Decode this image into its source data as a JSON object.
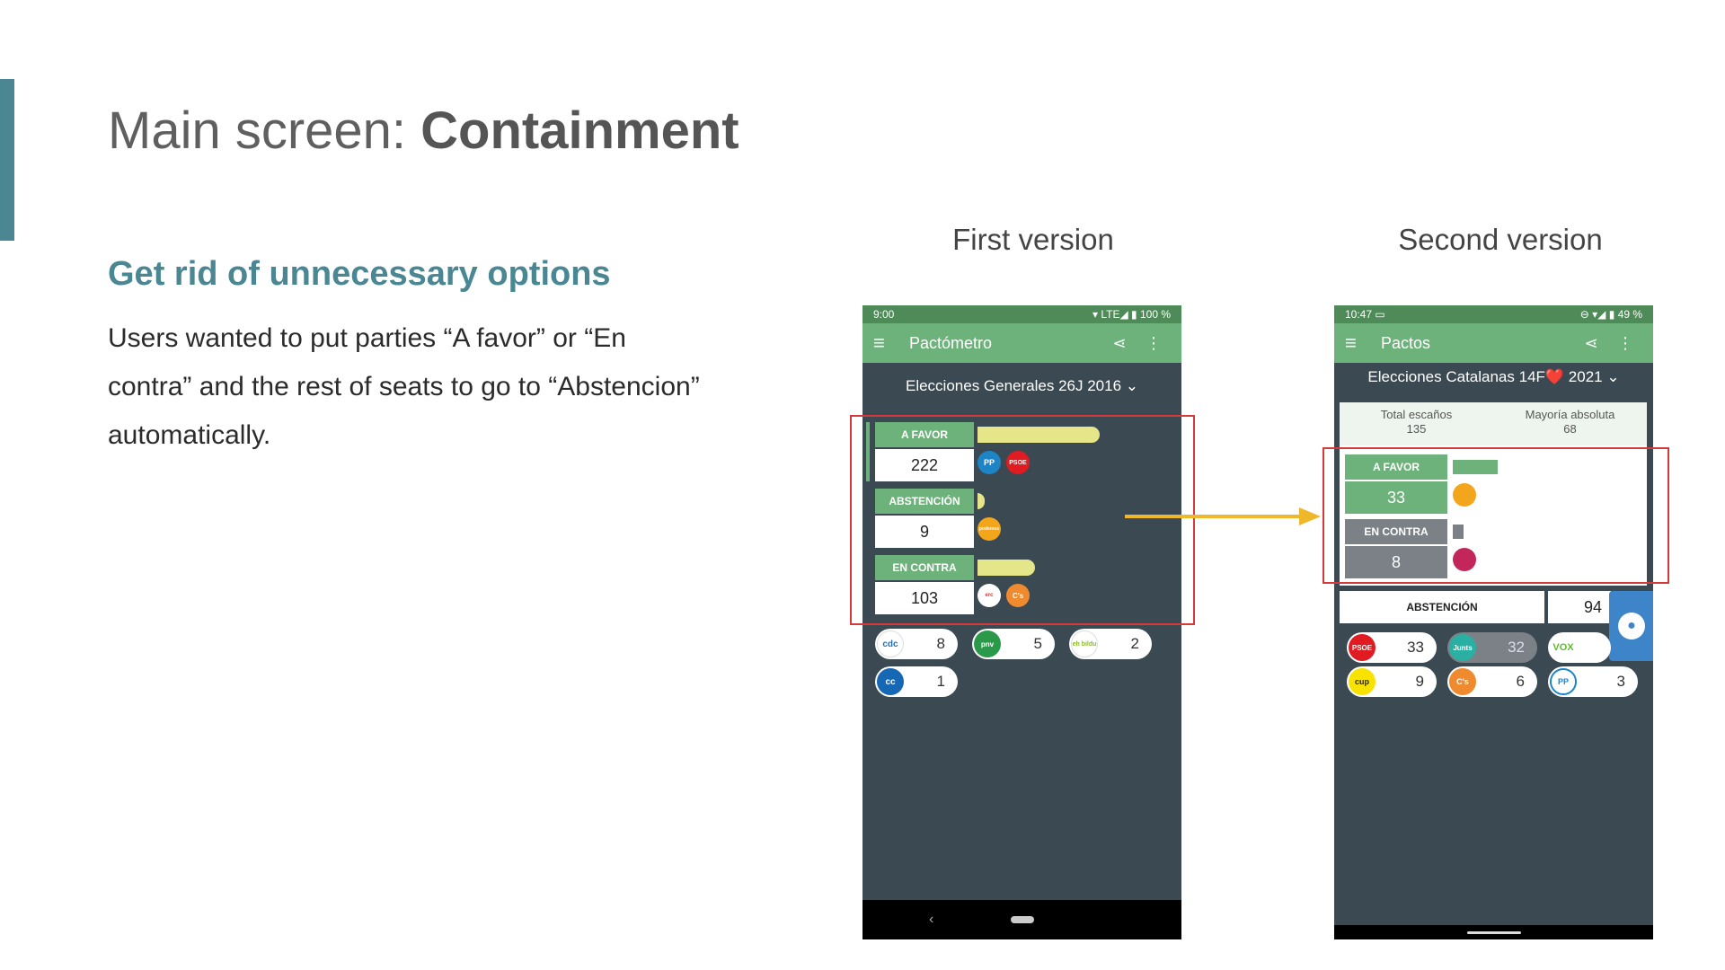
{
  "slide": {
    "title_light": "Main screen: ",
    "title_bold": "Containment",
    "subtitle": "Get rid of unnecessary options",
    "body": "Users wanted to put parties “A favor” or “En contra” and the rest of seats to go to “Abstencion” automatically.",
    "label_first": "First version",
    "label_second": "Second version"
  },
  "phone1": {
    "status_time": "9:00",
    "status_right": "▾ LTE◢ ▮ 100 %",
    "app_title": "Pactómetro",
    "election": "Elecciones Generales 26J 2016 ⌄",
    "favor_label": "A FAVOR",
    "favor_value": "222",
    "abst_label": "ABSTENCIÓN",
    "abst_value": "9",
    "contra_label": "EN CONTRA",
    "contra_value": "103",
    "chips": [
      {
        "logo": "cdc",
        "value": "8"
      },
      {
        "logo": "pnv",
        "value": "5"
      },
      {
        "logo": "eh bildu",
        "value": "2"
      },
      {
        "logo": "cc",
        "value": "1"
      }
    ],
    "favor_logos": [
      "PP",
      "PSOE"
    ],
    "abst_logos": [
      "podemos"
    ],
    "contra_logos": [
      "erc",
      "C's"
    ]
  },
  "phone2": {
    "status_time": "10:47 ▭",
    "status_right": "⊖ ▾◢ ▮ 49 %",
    "app_title": "Pactos",
    "election": "Elecciones Catalanas 14F❤️ 2021 ⌄",
    "total_label": "Total escaños",
    "total_value": "135",
    "mayoria_label": "Mayoría absoluta",
    "mayoria_value": "68",
    "favor_label": "A FAVOR",
    "favor_value": "33",
    "contra_label": "EN CONTRA",
    "contra_value": "8",
    "abst_label": "ABSTENCIÓN",
    "abst_value": "94",
    "chips": [
      {
        "logo": "PSOE",
        "value": "33"
      },
      {
        "logo": "Junts",
        "value": "32"
      },
      {
        "logo": "VOX",
        "value": ""
      },
      {
        "logo": "cup",
        "value": "9"
      },
      {
        "logo": "C's",
        "value": "6"
      },
      {
        "logo": "PP",
        "value": "3"
      }
    ]
  },
  "colors": {
    "accent": "#4a8793",
    "app_green": "#6db27a",
    "app_bg": "#3b4a52",
    "highlight": "#d43a3a",
    "arrow": "#efb82a"
  }
}
